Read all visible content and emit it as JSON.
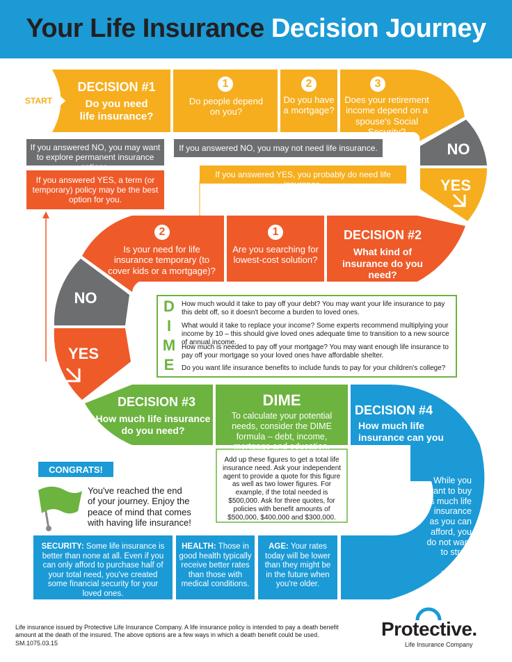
{
  "header": {
    "title_part1": "Your Life Insurance",
    "title_part2": "Decision Journey"
  },
  "colors": {
    "blue": "#1b9ad6",
    "yellow": "#f6ae1e",
    "orange": "#ef5a29",
    "grey": "#6d6e70",
    "green": "#6cb33f",
    "dark": "#231f20"
  },
  "start_label": "START",
  "row1": {
    "decision_title": "DECISION #1",
    "decision_question": "Do you need life insurance?",
    "q1_num": "1",
    "q1_text": "Do people depend on you?",
    "q2_num": "2",
    "q2_text": "Do you have a mortgage?",
    "q3_num": "3",
    "q3_text": "Does your retirement income depend on a spouse's Social Security?",
    "no_label": "NO",
    "yes_label": "YES"
  },
  "notes1": {
    "grey_left": "If you answered NO, you may want to explore permanent insurance options.",
    "grey_right": "If you answered NO, you may not need life insurance.",
    "yellow": "If you answered YES, you probably do need life insurance.",
    "orange": "If you answered YES, a term (or temporary) policy may be the best option for you."
  },
  "row2": {
    "decision_title": "DECISION #2",
    "decision_question": "What kind of insurance do you need?",
    "q1_num": "1",
    "q1_text": "Are you searching for lowest-cost solution?",
    "q2_num": "2",
    "q2_text": "Is your need for life insurance temporary (to cover kids or a mortgage)?",
    "no_label": "NO",
    "yes_label": "YES"
  },
  "dime_box": {
    "letters": [
      "D",
      "I",
      "M",
      "E"
    ],
    "items": [
      "How much would it take to pay off your debt? You may want your life insurance to pay this debt off, so it doesn't become a burden to loved ones.",
      "What would it take to replace your income? Some experts recommend multiplying your income by 10 – this should give loved ones adequate time to transition to a new source of annual income.",
      "How much is needed to pay off your mortgage? You may want enough life insurance to pay off your mortgage so your loved ones have affordable shelter.",
      "Do you want life insurance benefits to include funds to pay for your children's college?"
    ]
  },
  "row3": {
    "decision3_title": "DECISION #3",
    "decision3_question": "How much life insurance do you need?",
    "dime_title": "DIME",
    "dime_text": "To calculate your potential needs, consider the DIME formula – debt, income, mortgage and education.",
    "dime_detail": "Add up these figures to get a total life insurance need. Ask your independent agent to provide a quote for this figure as well as two lower figures. For example, if the total needed is $500,000. Ask for three quotes, for policies with benefit amounts of $500,000, $400,000 and $300,000.",
    "decision4_title": "DECISION #4",
    "decision4_question": "How much life insurance can you afford?",
    "decision4_text": "While you want to buy as much life insurance as you can afford, you do not want to strain your monthly budget. Consider the quotes you received, and weigh the costs/ benefits of how much you buy today."
  },
  "congrats": {
    "badge": "CONGRATS!",
    "message": "You've reached the end of your journey. Enjoy the peace of mind that comes with having life insurance!"
  },
  "bottom": {
    "security_label": "SECURITY:",
    "security_text": " Some life insurance is better than none at all. Even if you can only afford to purchase half of your total need, you've created some financial security for your loved ones.",
    "health_label": "HEALTH:",
    "health_text": " Those in good health typically receive better rates than those with medical conditions.",
    "age_label": "AGE:",
    "age_text": " Your rates today will be lower than they might be in the future when you're older."
  },
  "footer": {
    "disclaimer": "Life insurance issued by Protective Life Insurance Company. A life insurance policy is intended to pay a death benefit amount at the death of the insured. The above options are a few ways in which a death benefit could be used.",
    "code": "SM.1075.03.15",
    "brand": "Protective.",
    "brand_sub": "Life Insurance Company"
  }
}
